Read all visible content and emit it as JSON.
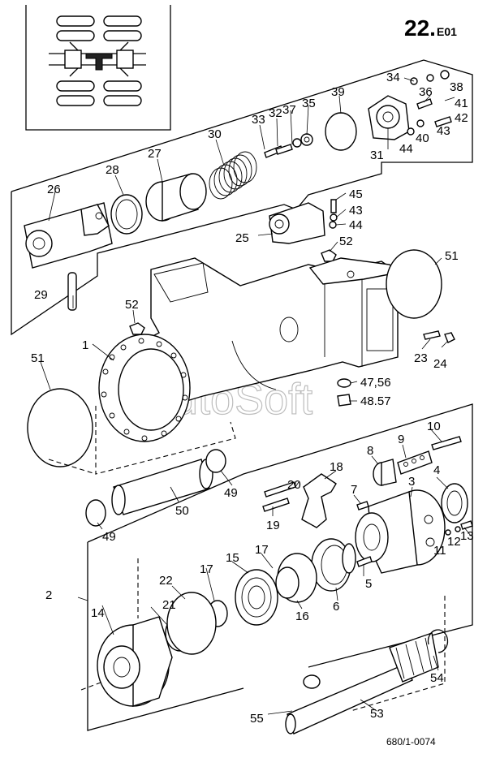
{
  "header": {
    "page_number": "22.",
    "section_code": "E01"
  },
  "reference_code": "680/1-0074",
  "watermark": "AutoSoft",
  "callouts": {
    "c1": "1",
    "c2": "2",
    "c3": "3",
    "c4": "4",
    "c5": "5",
    "c6": "6",
    "c7": "7",
    "c8": "8",
    "c9": "9",
    "c10": "10",
    "c11": "11",
    "c12": "12",
    "c13": "13",
    "c14": "14",
    "c15": "15",
    "c16": "16",
    "c17a": "17",
    "c17b": "17",
    "c18": "18",
    "c19": "19",
    "c20": "20",
    "c21": "21",
    "c22": "22",
    "c23": "23",
    "c24": "24",
    "c25": "25",
    "c26": "26",
    "c27": "27",
    "c28": "28",
    "c29": "29",
    "c30": "30",
    "c31": "31",
    "c32": "32",
    "c33": "33",
    "c34": "34",
    "c35": "35",
    "c36": "36",
    "c37": "37",
    "c38": "38",
    "c39": "39",
    "c40": "40",
    "c41": "41",
    "c42": "42",
    "c43a": "43",
    "c43b": "43",
    "c44a": "44",
    "c44b": "44",
    "c45": "45",
    "c47_56": "47,56",
    "c48_57": "48.57",
    "c49a": "49",
    "c49b": "49",
    "c50": "50",
    "c51a": "51",
    "c51b": "51",
    "c52a": "52",
    "c52b": "52",
    "c53": "53",
    "c54": "54",
    "c55": "55"
  }
}
